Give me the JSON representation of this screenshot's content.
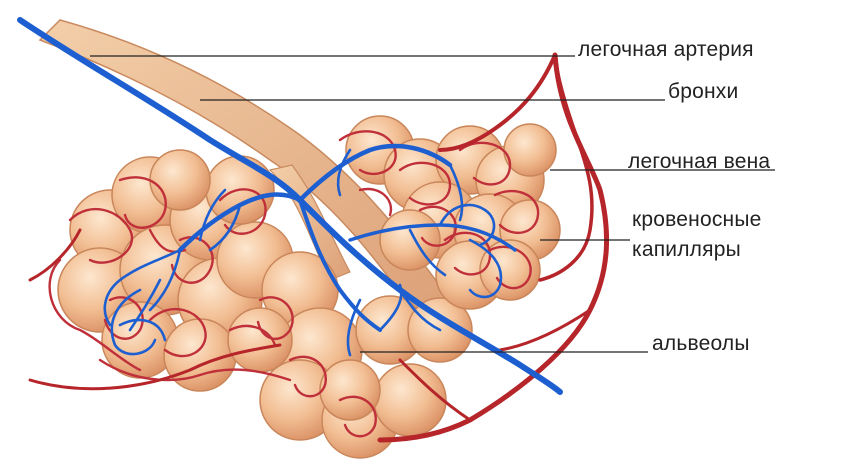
{
  "labels": {
    "pulmonary_artery": "легочная артерия",
    "bronchi": "бронхи",
    "pulmonary_vein": "легочная вена",
    "capillaries_line1": "кровеносные",
    "capillaries_line2": "капилляры",
    "alveoli": "альвеолы"
  },
  "colors": {
    "artery_blue": "#1d5fd0",
    "vein_red": "#b5252a",
    "capillary_red": "#c0303a",
    "alveolus_fill": "#f3c39b",
    "alveolus_highlight": "#fbe3c8",
    "bronchus": "#e8b890"
  }
}
